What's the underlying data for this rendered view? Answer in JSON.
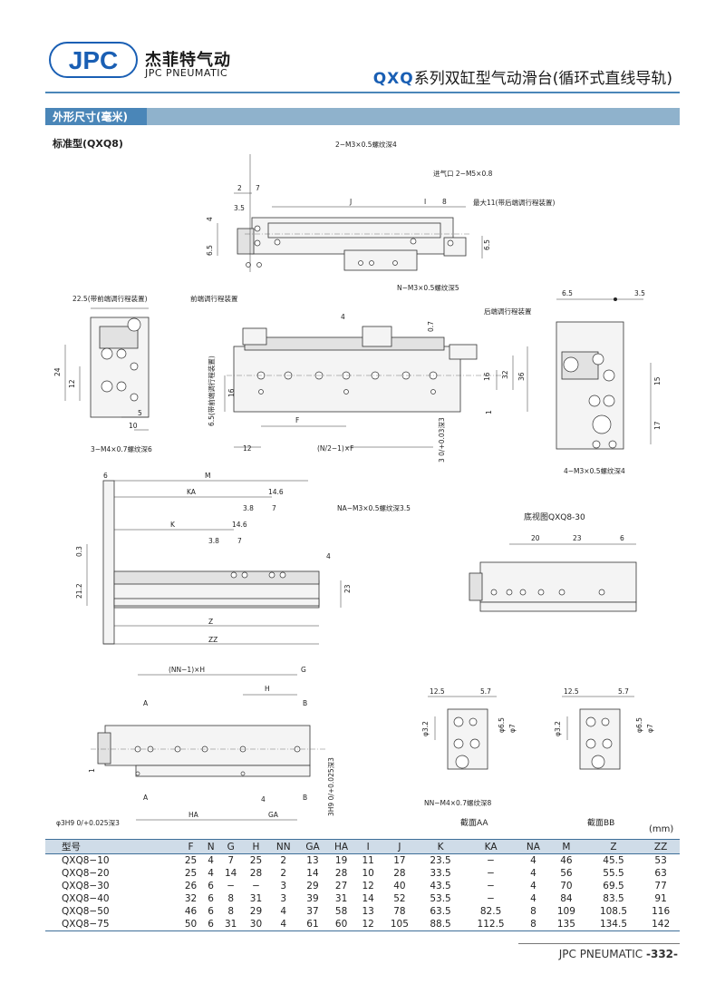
{
  "header": {
    "logo_text": "JPC",
    "brand_cn": "杰菲特气动",
    "brand_en": "JPC PNEUMATIC",
    "series_code": "QXQ",
    "series_name": "系列双缸型气动滑台(循环式直线导轨)"
  },
  "section": {
    "title": "外形尺寸(毫米)"
  },
  "subtitle": "标准型(QXQ8)",
  "drawing_labels": {
    "top_view": [
      "2−M3×0.5螺纹深4",
      "进气口 2−M5×0.8",
      "最大11(带后端调行程装置)",
      "2",
      "7",
      "3.5",
      "J",
      "I",
      "8",
      "4",
      "6.5",
      "6.5"
    ],
    "front_end_view": [
      "22.5(带前端调行程装置)",
      "24",
      "12",
      "5",
      "10",
      "3−M4×0.7螺纹深6"
    ],
    "front_view": [
      "前端调行程装置",
      "N−M3×0.5螺纹深5",
      "后端调行程装置",
      "4",
      "0.7",
      "6.5(带前端调行程装置)",
      "16",
      "F",
      "12",
      "(N/2−1)×F",
      "3 0/+0.03深3",
      "16",
      "32",
      "36",
      "1"
    ],
    "right_view": [
      "6.5",
      "3.5",
      "15",
      "17",
      "4−M3×0.5螺纹深4"
    ],
    "side_view": [
      "6",
      "M",
      "KA",
      "14.6",
      "3.8",
      "7",
      "NA−M3×0.5螺纹深3.5",
      "K",
      "14.6",
      "3.8",
      "7",
      "0.3",
      "21.2",
      "4",
      "23",
      "Z",
      "ZZ"
    ],
    "bottom_view": {
      "title": "底视图QXQ8-30",
      "dims": [
        "20",
        "23",
        "6"
      ]
    },
    "bottom_detail": [
      "(NN−1)×H",
      "G",
      "H",
      "A",
      "B",
      "A",
      "B",
      "1",
      "4",
      "HA",
      "GA",
      "φ3H9 0/+0.025深3",
      "3H9 0/+0.025深3"
    ],
    "section_aa": {
      "title": "截面AA",
      "dims": [
        "12.5",
        "5.7",
        "φ3.2",
        "φ6.5",
        "φ7",
        "NN−M4×0.7螺纹深8"
      ]
    },
    "section_bb": {
      "title": "截面BB",
      "dims": [
        "12.5",
        "5.7",
        "φ3.2",
        "φ6.5",
        "φ7"
      ]
    }
  },
  "table": {
    "unit": "(mm)",
    "headers": [
      "型号",
      "F",
      "N",
      "G",
      "H",
      "NN",
      "GA",
      "HA",
      "I",
      "J",
      "K",
      "KA",
      "NA",
      "M",
      "Z",
      "ZZ"
    ],
    "rows": [
      [
        "QXQ8−10",
        "25",
        "4",
        "7",
        "25",
        "2",
        "13",
        "19",
        "11",
        "17",
        "23.5",
        "−",
        "4",
        "46",
        "45.5",
        "53"
      ],
      [
        "QXQ8−20",
        "25",
        "4",
        "14",
        "28",
        "2",
        "14",
        "28",
        "10",
        "28",
        "33.5",
        "−",
        "4",
        "56",
        "55.5",
        "63"
      ],
      [
        "QXQ8−30",
        "26",
        "6",
        "−",
        "−",
        "3",
        "29",
        "27",
        "12",
        "40",
        "43.5",
        "−",
        "4",
        "70",
        "69.5",
        "77"
      ],
      [
        "QXQ8−40",
        "32",
        "6",
        "8",
        "31",
        "3",
        "39",
        "31",
        "14",
        "52",
        "53.5",
        "−",
        "4",
        "84",
        "83.5",
        "91"
      ],
      [
        "QXQ8−50",
        "46",
        "6",
        "8",
        "29",
        "4",
        "37",
        "58",
        "13",
        "78",
        "63.5",
        "82.5",
        "8",
        "109",
        "108.5",
        "116"
      ],
      [
        "QXQ8−75",
        "50",
        "6",
        "31",
        "30",
        "4",
        "61",
        "60",
        "12",
        "105",
        "88.5",
        "112.5",
        "8",
        "135",
        "134.5",
        "142"
      ]
    ]
  },
  "footer": {
    "brand": "JPC PNEUMATIC",
    "page": "-332-"
  },
  "colors": {
    "accent": "#1a5fb4",
    "bar": "#4a86b8",
    "bar_light": "#8fb2cc",
    "table_header": "#cfdce8"
  }
}
